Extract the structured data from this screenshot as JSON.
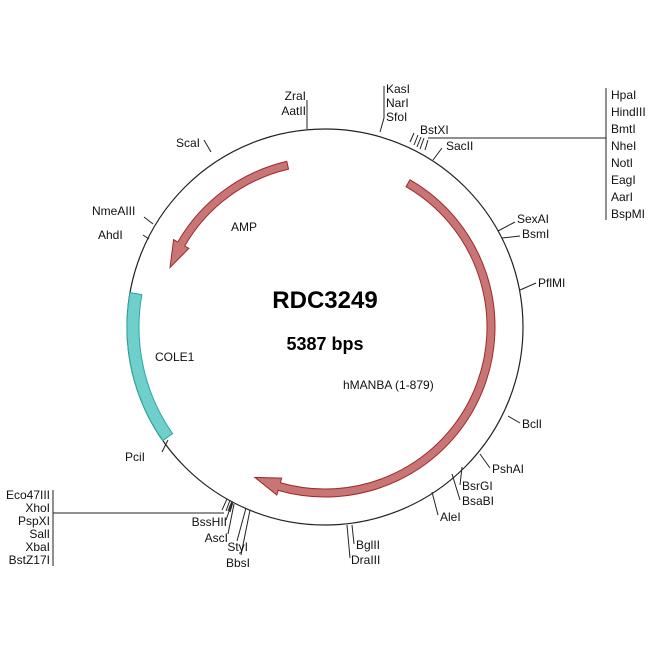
{
  "title": "RDC3249",
  "size": "5387 bps",
  "colors": {
    "backbone": "#222222",
    "gene": "#c87575",
    "gene_stroke": "#a02828",
    "ori": "#6ecfcb",
    "ori_stroke": "#2aa9a5"
  },
  "features": [
    {
      "name": "AMP",
      "type": "gene",
      "direction": "reverse"
    },
    {
      "name": "hMANBA (1-879)",
      "type": "gene",
      "direction": "forward"
    },
    {
      "name": "COLE1",
      "type": "origin"
    }
  ],
  "sites": {
    "zrai": "ZraI",
    "aatii": "AatII",
    "kasi": "KasI",
    "nari": "NarI",
    "sfoi": "SfoI",
    "bstxi": "BstXI",
    "sacii": "SacII",
    "right_group": [
      "HpaI",
      "HindIII",
      "BmtI",
      "NheI",
      "NotI",
      "EagI",
      "AarI",
      "BspMI"
    ],
    "sexai": "SexAI",
    "bsmi": "BsmI",
    "pflmi": "PflMI",
    "bcli": "BclI",
    "pshai": "PshAI",
    "bsrgi": "BsrGI",
    "bsabi": "BsaBI",
    "alei": "AleI",
    "bglii": "BglII",
    "draiii": "DraIII",
    "styi": "StyI",
    "bbsi": "BbsI",
    "bsshii": "BssHII",
    "asci": "AscI",
    "left_group": [
      "Eco47III",
      "XhoI",
      "PspXI",
      "SalI",
      "XbaI",
      "BstZ17I"
    ],
    "pcii": "PciI",
    "scai": "ScaI",
    "nmeaiii": "NmeAIII",
    "ahdi": "AhdI"
  }
}
